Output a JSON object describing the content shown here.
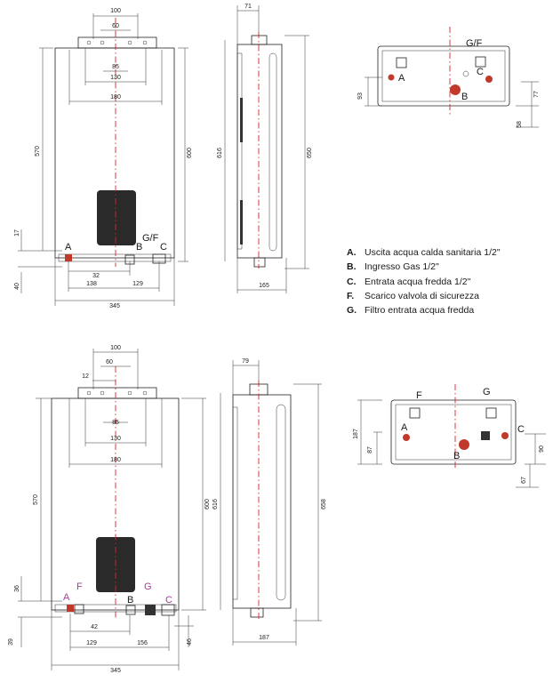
{
  "top_front": {
    "dims": {
      "d100": "100",
      "d60": "60",
      "d85": "85",
      "d130": "130",
      "d180": "180",
      "d570": "570",
      "d600": "600",
      "d17": "17",
      "d40": "40",
      "d32": "32",
      "d138": "138",
      "d129": "129",
      "d345": "345"
    },
    "labels": {
      "a": "A",
      "b": "B",
      "gf": "G/F",
      "c": "C"
    }
  },
  "top_side": {
    "dims": {
      "d71": "71",
      "d616": "616",
      "d650": "650",
      "d165": "165"
    }
  },
  "top_bottom": {
    "dims": {
      "d93": "93",
      "d77": "77",
      "d58": "58"
    },
    "labels": {
      "gf": "G/F",
      "a": "A",
      "b": "B",
      "c": "C"
    }
  },
  "legend": [
    {
      "key": "A.",
      "text": "Uscita acqua calda sanitaria 1/2\""
    },
    {
      "key": "B.",
      "text": "Ingresso Gas 1/2\""
    },
    {
      "key": "C.",
      "text": "Entrata acqua fredda 1/2\""
    },
    {
      "key": "F.",
      "text": "Scarico valvola di sicurezza"
    },
    {
      "key": "G.",
      "text": "Filtro entrata acqua fredda"
    }
  ],
  "bottom_front": {
    "dims": {
      "d100": "100",
      "d12": "12",
      "d60": "60",
      "d85": "85",
      "d130": "130",
      "d180": "180",
      "d570": "570",
      "d600": "600",
      "d36": "36",
      "d39": "39",
      "d42": "42",
      "d129": "129",
      "d156": "156",
      "d46": "46",
      "d345": "345"
    },
    "labels": {
      "a": "A",
      "f": "F",
      "b": "B",
      "g": "G",
      "c": "C"
    }
  },
  "bottom_side": {
    "dims": {
      "d79": "79",
      "d616": "616",
      "d658": "658",
      "d187": "187"
    }
  },
  "bottom_bottom": {
    "dims": {
      "d187": "187",
      "d87": "87",
      "d90": "90",
      "d67": "67"
    },
    "labels": {
      "f": "F",
      "g": "G",
      "a": "A",
      "b": "B",
      "c": "C"
    }
  },
  "colors": {
    "axis": "#d8262b",
    "panel": "#2a2a2a",
    "label_purple": "#a63a9a",
    "fitting": "#c0392b"
  }
}
